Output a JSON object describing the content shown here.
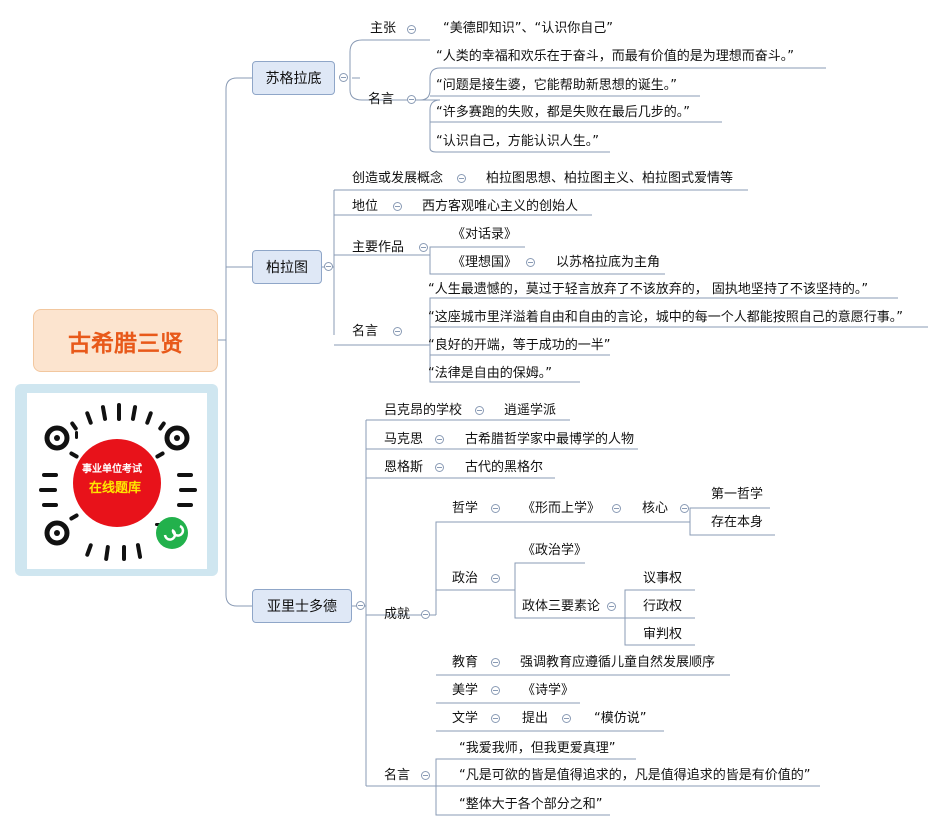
{
  "root": {
    "title": "古希腊三贤"
  },
  "qr": {
    "line1": "事业单位考试",
    "line2": "在线题库",
    "colors": {
      "frame": "#cfe6f0",
      "center": "#e8121a",
      "badge_text": "#ffe600",
      "logo": "#22b14c"
    }
  },
  "socrates": {
    "label": "苏格拉底",
    "claim_label": "主张",
    "claim_text": "“美德即知识”、“认识你自己”",
    "quote_label": "名言",
    "quotes": [
      "“人类的幸福和欢乐在于奋斗，而最有价值的是为理想而奋斗。”",
      "“问题是接生婆，它能帮助新思想的诞生。”",
      "“许多赛跑的失败，都是失败在最后几步的。”",
      "“认识自己，方能认识人生。”"
    ]
  },
  "plato": {
    "label": "柏拉图",
    "concept_label": "创造或发展概念",
    "concept_text": "柏拉图思想、柏拉图主义、柏拉图式爱情等",
    "status_label": "地位",
    "status_text": "西方客观唯心主义的创始人",
    "works_label": "主要作品",
    "work1": "《对话录》",
    "work2": "《理想国》",
    "work2_note": "以苏格拉底为主角",
    "quote_label": "名言",
    "quotes": [
      "“人生最遗憾的，莫过于轻言放弃了不该放弃的，  固执地坚持了不该坚持的。”",
      "“这座城市里洋溢着自由和自由的言论，城中的每一个人都能按照自己的意愿行事。”",
      "“良好的开端，等于成功的一半”",
      "“法律是自由的保姆。”"
    ]
  },
  "aristotle": {
    "label": "亚里士多德",
    "school_label": "吕克昂的学校",
    "school_text": "逍遥学派",
    "marx_label": "马克思",
    "marx_text": "古希腊哲学家中最博学的人物",
    "engels_label": "恩格斯",
    "engels_text": "古代的黑格尔",
    "achievements_label": "成就",
    "philosophy_label": "哲学",
    "metaphysics": "《形而上学》",
    "core_label": "核心",
    "core1": "第一哲学",
    "core2": "存在本身",
    "politics_label": "政治",
    "politics_work": "《政治学》",
    "gov_label": "政体三要素论",
    "gov1": "议事权",
    "gov2": "行政权",
    "gov3": "审判权",
    "education_label": "教育",
    "education_text": "强调教育应遵循儿童自然发展顺序",
    "aesthetics_label": "美学",
    "poetics": "《诗学》",
    "literature_label": "文学",
    "propose_label": "提出",
    "mimesis": "“模仿说”",
    "quote_label": "名言",
    "quotes": [
      "“我爱我师，但我更爱真理”",
      "“凡是可欲的皆是值得追求的，凡是值得追求的皆是有价值的”",
      "“整体大于各个部分之和”"
    ]
  }
}
